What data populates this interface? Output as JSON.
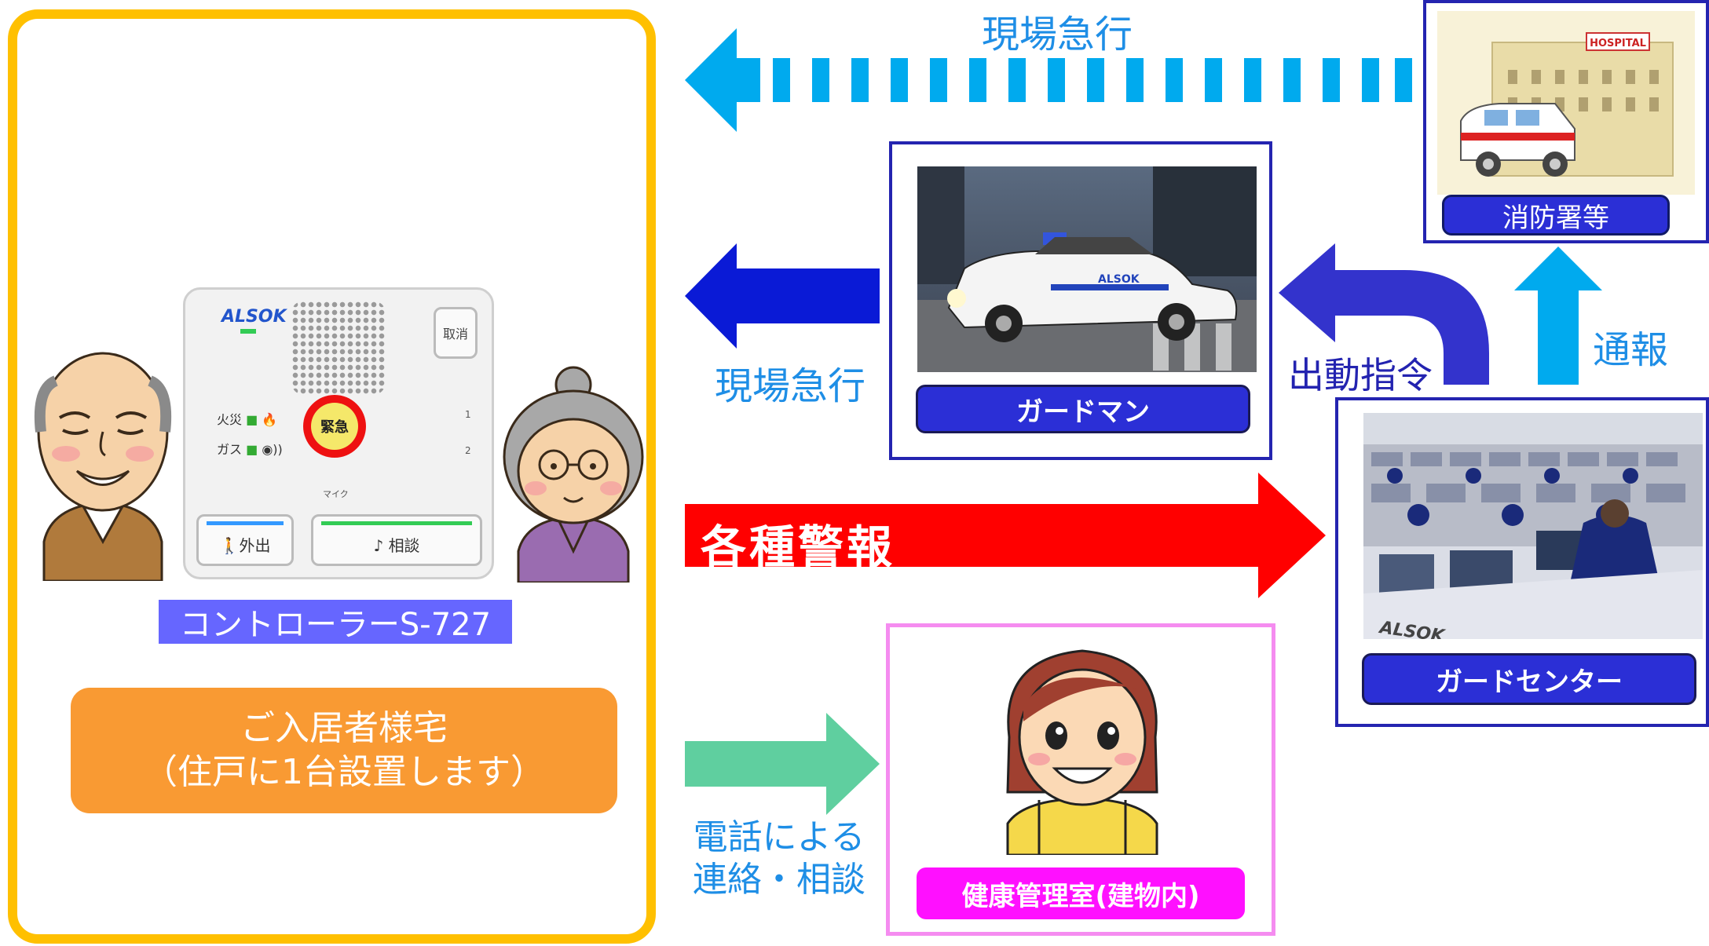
{
  "resident": {
    "device_label": "コントローラーS-727",
    "home_line1": "ご入居者様宅",
    "home_line2": "（住戸に1台設置します）"
  },
  "device": {
    "brand": "ALSOK",
    "cancel_label": "取消",
    "emergency_label": "緊急",
    "fire_label": "火災",
    "gas_label": "ガス",
    "mic_label": "マイク",
    "out_label": "外出",
    "consult_label": "相談",
    "indicator_1": "1",
    "indicator_2": "2"
  },
  "hospital": {
    "sign": "HOSPITAL",
    "label": "消防署等"
  },
  "guardman": {
    "label": "ガードマン",
    "car_text": "ALSOK"
  },
  "guard_center": {
    "label": "ガードセンター",
    "desk_text": "ALSOK"
  },
  "health_room": {
    "label": "健康管理室(建物内)"
  },
  "arrows": {
    "top_rush": "現場急行",
    "mid_rush": "現場急行",
    "dispatch": "出動指令",
    "report": "通報",
    "alarms": "各種警報",
    "phone_line1": "電話による",
    "phone_line2": "連絡・相談"
  },
  "colors": {
    "resident_border": "#ffc000",
    "device_label_bg": "#6666ff",
    "home_label_bg": "#f99a33",
    "cyan_arrow": "#00aaee",
    "navy_arrow": "#0a1ad6",
    "dispatch_arrow": "#3333cc",
    "alarm_arrow": "#ff0000",
    "phone_arrow": "#5fcf9f",
    "frame_blue": "#2424b0",
    "frame_pink": "#f58cf0",
    "pill_magenta": "#ff10ff"
  }
}
